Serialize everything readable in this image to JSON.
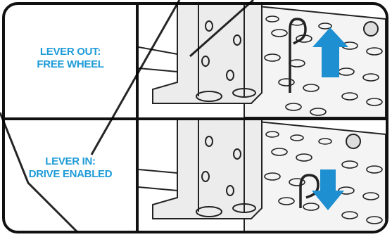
{
  "panels": [
    {
      "label_line1": "LEVER OUT:",
      "label_line2": "FREE WHEEL",
      "arrow_icon": "arrow-up-icon"
    },
    {
      "label_line1": "LEVER IN:",
      "label_line2": "DRIVE ENABLED",
      "arrow_icon": "arrow-down-icon"
    }
  ],
  "colors": {
    "label": "#1e9bd7",
    "arrow": "#1e8fd0",
    "line": "#111111"
  }
}
